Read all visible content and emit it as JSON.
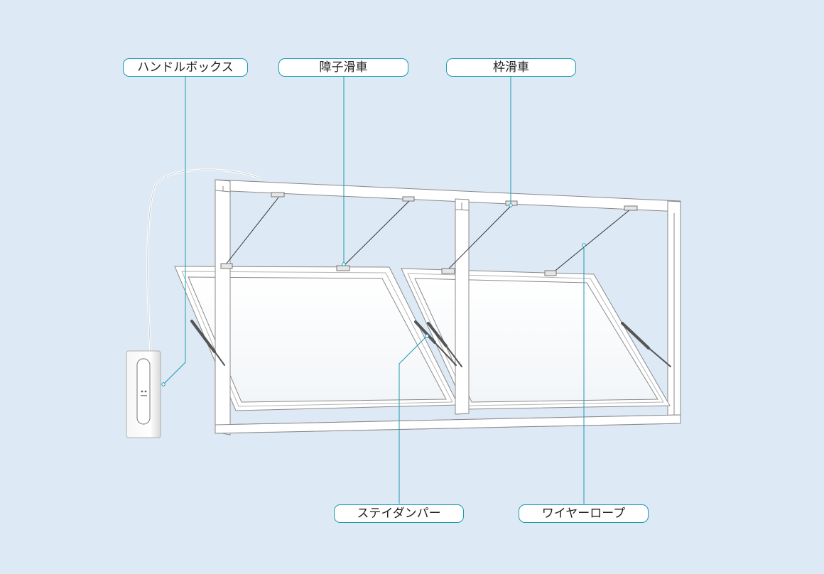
{
  "labels": {
    "handle_box": "ハンドルボックス",
    "sash_pulley": "障子滑車",
    "frame_pulley": "枠滑車",
    "stay_damper": "ステイダンパー",
    "wire_rope": "ワイヤーロープ"
  },
  "colors": {
    "background": "#dde9f5",
    "leader": "#1a9bb0",
    "frame_stroke": "#8a8a8a"
  }
}
